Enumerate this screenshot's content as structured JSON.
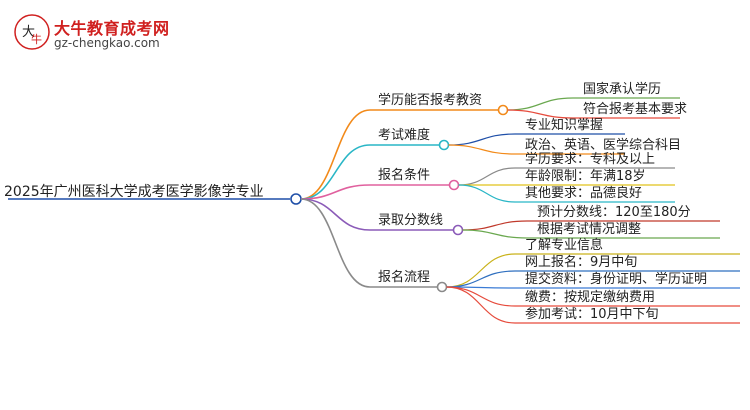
{
  "logo": {
    "site_name": "大牛教育成考网",
    "site_url": "gz-chengkao.com",
    "colors": {
      "brand_red": "#d0201f"
    }
  },
  "mindmap": {
    "root": "2025年广州医科大学成考医学影像学专业",
    "branches": [
      {
        "label": "学历能否报考教资",
        "color": "#f28a1a",
        "children": [
          "国家承认学历",
          "符合报考基本要求"
        ]
      },
      {
        "label": "考试难度",
        "color": "#29b6c6",
        "children": [
          "专业知识掌握",
          "政治、英语、医学综合科目"
        ]
      },
      {
        "label": "报名条件",
        "color": "#e0609e",
        "children": [
          "学历要求：专科及以上",
          "年龄限制：年满18岁",
          "其他要求：品德良好"
        ]
      },
      {
        "label": "录取分数线",
        "color": "#8b5bb8",
        "children": [
          "预计分数线：120至180分",
          "根据考试情况调整"
        ]
      },
      {
        "label": "报名流程",
        "color": "#8a8a8a",
        "children": [
          "了解专业信息",
          "网上报名：9月中旬",
          "提交资料：身份证明、学历证明",
          "缴费：按规定缴纳费用",
          "参加考试：10月中下旬"
        ]
      }
    ],
    "leaf_colors": {
      "学历能否报考教资": [
        "#6aa84f",
        "#e64b3c"
      ],
      "考试难度": [
        "#1f4fa8",
        "#f28a1a"
      ],
      "报名条件": [
        "#8a8a8a",
        "#e0c21a",
        "#29b6c6"
      ],
      "录取分数线": [
        "#c0392b",
        "#6aa84f"
      ],
      "报名流程": [
        "#c9b21a",
        "#2f6fbf",
        "#3a7bd5",
        "#e64b3c",
        "#e64b3c"
      ]
    }
  }
}
